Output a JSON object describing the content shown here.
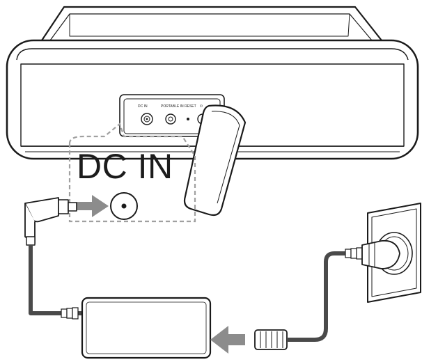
{
  "callout": {
    "label": "DC IN"
  },
  "panel": {
    "labels": [
      "DC IN",
      "PORTABLE IN",
      "RESET",
      "⏻"
    ]
  },
  "colors": {
    "stroke": "#1a1a1a",
    "cable": "#4a4a4a",
    "arrow": "#8c8c8c",
    "dashed": "#a0a0a0"
  }
}
